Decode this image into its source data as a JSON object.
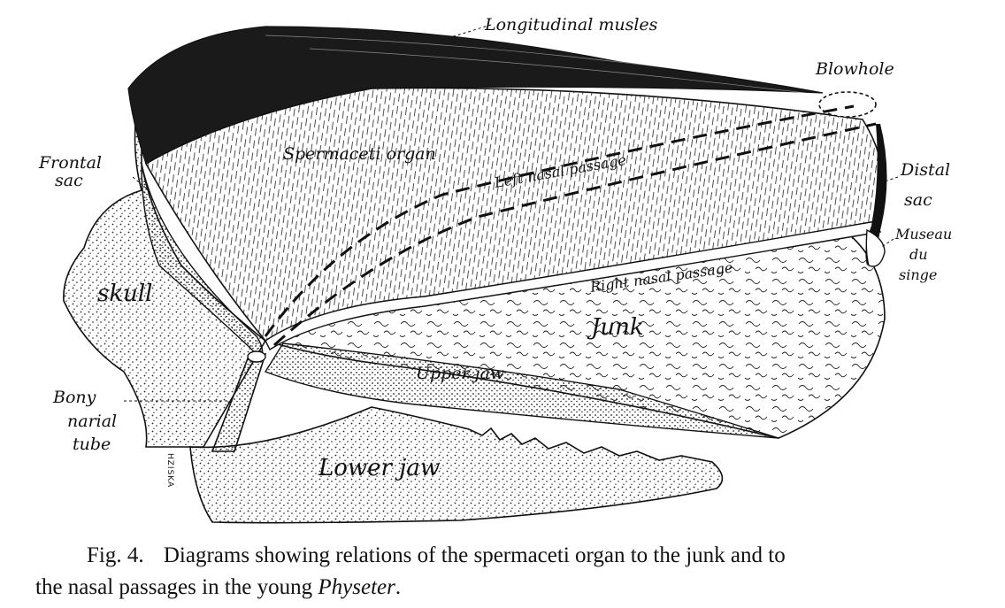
{
  "labels": {
    "longitudinal_muscles": "Longitudinal musles",
    "blowhole": "Blowhole",
    "frontal_sac_1": "Frontal",
    "frontal_sac_2": "sac",
    "spermaceti_organ": "Spermaceti organ",
    "left_nasal_passage": "Left nasal passage",
    "distal_sac_1": "Distal",
    "distal_sac_2": "sac",
    "museau_1": "Museau",
    "museau_2": "du",
    "museau_3": "singe",
    "skull": "skull",
    "right_nasal_passage": "Right nasal passage",
    "junk": "Junk",
    "upper_jaw": "Upper jaw",
    "bony_1": "Bony",
    "bony_2": "narial",
    "bony_3": "tube",
    "lower_jaw": "Lower jaw",
    "artist_signature": "HZISKA"
  },
  "caption": {
    "figure_number": "Fig. 4.",
    "text_line1": "Diagrams showing relations of the spermaceti organ to the junk and to",
    "text_line2_start": "the nasal passages in the young",
    "genus": "Physeter",
    "text_line2_end": "."
  }
}
